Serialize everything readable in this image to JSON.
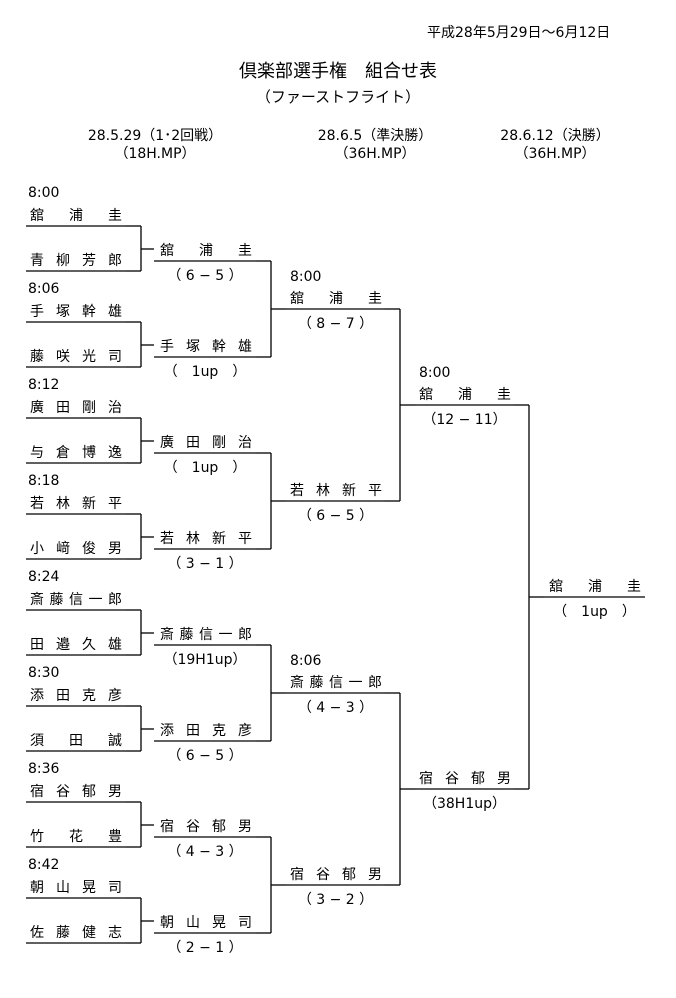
{
  "header": {
    "date_range": "平成28年5月29日～6月12日",
    "title": "倶楽部選手権　組合せ表",
    "subtitle": "（ファーストフライト）"
  },
  "rounds": [
    {
      "date": "28.5.29（1･2回戦）",
      "holes": "（18H.MP）"
    },
    {
      "date": "28.6.5（準決勝）",
      "holes": "（36H.MP）"
    },
    {
      "date": "28.6.12（決勝）",
      "holes": "（36H.MP）"
    }
  ],
  "r1": [
    {
      "time": "8:00",
      "players": [
        "舘浦圭",
        "青柳芳郎"
      ]
    },
    {
      "time": "8:06",
      "players": [
        "手塚幹雄",
        "藤咲光司"
      ]
    },
    {
      "time": "8:12",
      "players": [
        "廣田剛治",
        "与倉博逸"
      ]
    },
    {
      "time": "8:18",
      "players": [
        "若林新平",
        "小﨑俊男"
      ]
    },
    {
      "time": "8:24",
      "players": [
        "斎藤信一郎",
        "田邉久雄"
      ]
    },
    {
      "time": "8:30",
      "players": [
        "添田克彦",
        "須田誠"
      ]
    },
    {
      "time": "8:36",
      "players": [
        "宿谷郁男",
        "竹花豊"
      ]
    },
    {
      "time": "8:42",
      "players": [
        "朝山晃司",
        "佐藤健志"
      ]
    }
  ],
  "r2": [
    {
      "winner": "舘浦圭",
      "score": "（ 6 − 5 ）"
    },
    {
      "winner": "手塚幹雄",
      "score": "（　1up　）"
    },
    {
      "winner": "廣田剛治",
      "score": "（　1up　）"
    },
    {
      "winner": "若林新平",
      "score": "（ 3 − 1 ）"
    },
    {
      "winner": "斎藤信一郎",
      "score": "（19H1up）"
    },
    {
      "winner": "添田克彦",
      "score": "（ 6 − 5 ）"
    },
    {
      "winner": "宿谷郁男",
      "score": "（ 4 − 3 ）"
    },
    {
      "winner": "朝山晃司",
      "score": "（ 2 − 1 ）"
    }
  ],
  "sf": [
    {
      "time": "8:00",
      "winner": "舘浦圭",
      "score": "（ 8 − 7 ）"
    },
    {
      "time": "",
      "winner": "若林新平",
      "score": "（ 6 − 5 ）"
    },
    {
      "time": "8:06",
      "winner": "斎藤信一郎",
      "score": "（ 4 − 3 ）"
    },
    {
      "time": "",
      "winner": "宿谷郁男",
      "score": "（ 3 − 2 ）"
    }
  ],
  "final": [
    {
      "time": "8:00",
      "winner": "舘浦圭",
      "score": "（12 − 11）"
    },
    {
      "time": "",
      "winner": "宿谷郁男",
      "score": "（38H1up）"
    }
  ],
  "champion": {
    "winner": "舘浦圭",
    "score": "（　1up　）"
  }
}
